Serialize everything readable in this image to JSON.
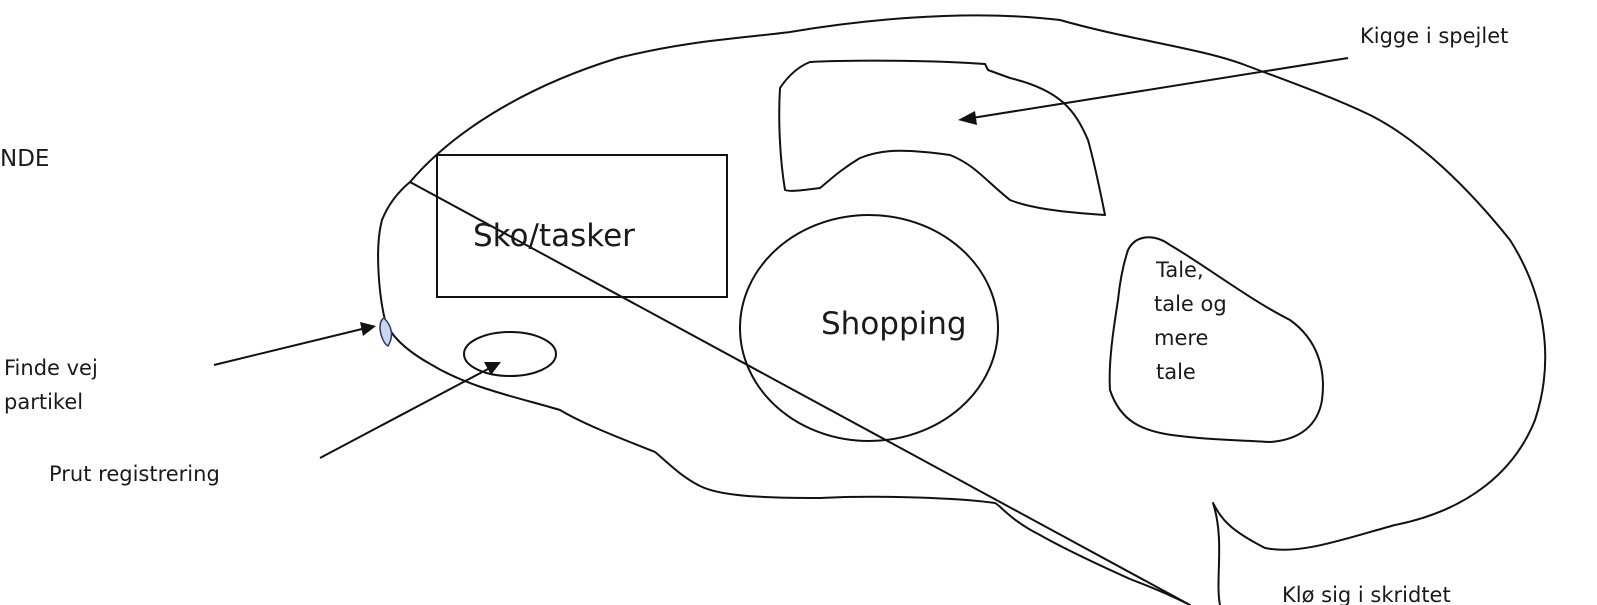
{
  "diagram": {
    "regions": {
      "sko_tasker": "Sko/tasker",
      "shopping": "Shopping",
      "tale_lines": [
        "Tale,",
        "tale og",
        "mere",
        "tale"
      ]
    },
    "external_labels": {
      "partial_left": "NDE",
      "finde_vej": "Finde vej",
      "partikel": "partikel",
      "prut": "Prut registrering",
      "kigge": "Kigge i spejlet",
      "klo_partial": "Klø sig i skridtet"
    },
    "colors": {
      "outline": "#111111",
      "particle_fill": "#c9d7f2",
      "background": "#ffffff",
      "text": "#1a1a1a"
    }
  }
}
